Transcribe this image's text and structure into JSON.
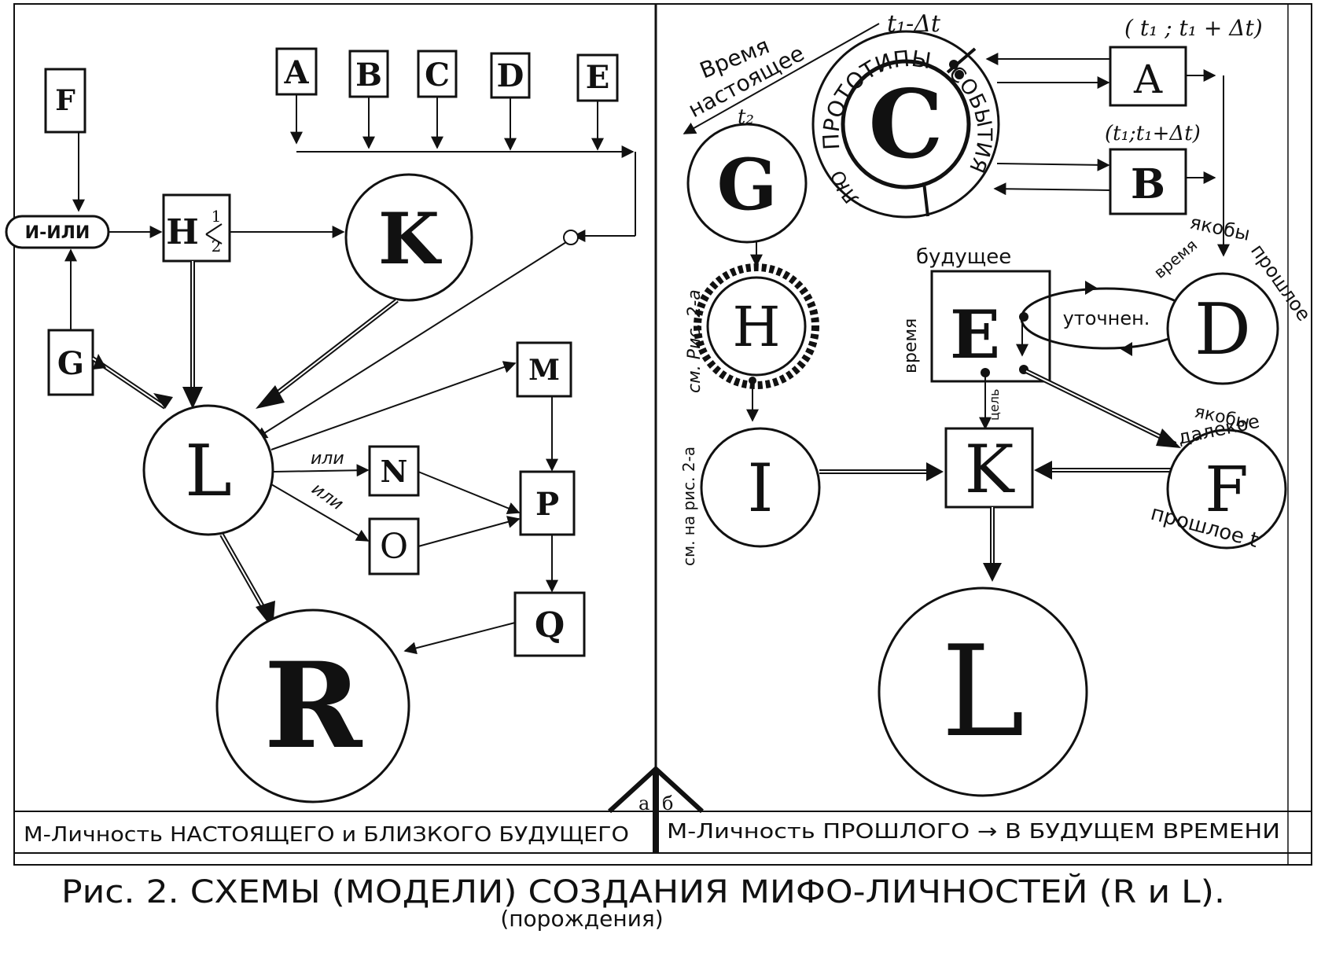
{
  "left": {
    "top_boxes": [
      "A",
      "B",
      "C",
      "D",
      "E"
    ],
    "F": "F",
    "and_or": "И-ИЛИ",
    "H": "H",
    "H_fractions": [
      "1",
      "2"
    ],
    "K": "K",
    "G": "G",
    "L": "L",
    "M": "M",
    "N": "N",
    "O": "O",
    "P": "P",
    "Q": "Q",
    "R": "R",
    "or_1": "или",
    "or_2": "или"
  },
  "right": {
    "time_present": "Время",
    "time_present_2": "настоящее",
    "t1_minus": "t₁-Δt",
    "interval_A": "( t₁ ; t₁ + Δt)",
    "interval_B": "(t₁;t₁+Δt)",
    "t2": "t₂",
    "A": "A",
    "B": "B",
    "C": "C",
    "ring_1": "ПРОТОТИПЫ",
    "ring_2": "СОБЫТИЯ",
    "ring_3": "-ЛЮДИ",
    "G": "G",
    "H": "H",
    "I": "I",
    "see_fig_2a": "см. Рис. 2-а",
    "see_fig_2a_b": "см. на рис. 2-а",
    "future": "будущее",
    "time_vertical": "время",
    "E": "E",
    "clarified": "уточнен.",
    "D": "D",
    "d_time": "время",
    "d_as_if": "якобы",
    "d_past": "прошлое",
    "K": "K",
    "F": "F",
    "f_as_if": "якобы",
    "f_far": "далекое",
    "f_past": "прошлое t",
    "L": "L",
    "goal": "цель",
    "corner_a": "а",
    "corner_b": "б"
  },
  "footer": {
    "left_caption": "М-Личность НАСТОЯЩЕГО и БЛИЗКОГО БУДУЩЕГО",
    "right_caption": "М-Личность ПРОШЛОГО → В БУДУЩЕМ ВРЕМЕНИ",
    "title": "Рис. 2. СХЕМЫ (МОДЕЛИ) СОЗДАНИЯ МИФО-ЛИЧНОСТЕЙ (R и L).",
    "subtitle": "(порождения)"
  }
}
